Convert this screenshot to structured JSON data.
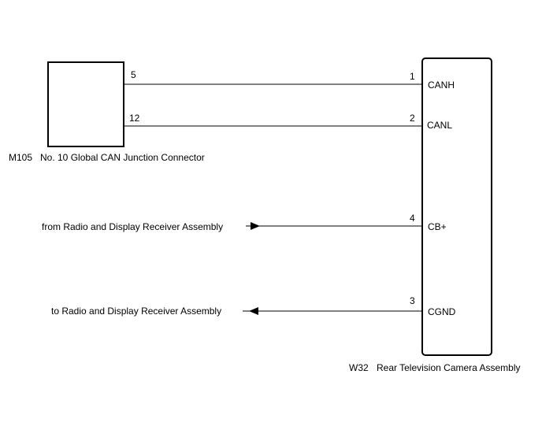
{
  "colors": {
    "line": "#000000",
    "background": "#ffffff"
  },
  "connector_m105": {
    "code": "M105",
    "name": "No. 10 Global CAN Junction Connector",
    "pins": [
      {
        "number": "5"
      },
      {
        "number": "12"
      }
    ]
  },
  "component_w32": {
    "code": "W32",
    "name": "Rear Television Camera Assembly",
    "terminals": [
      {
        "number": "1",
        "label": "CANH"
      },
      {
        "number": "2",
        "label": "CANL"
      },
      {
        "number": "4",
        "label": "CB+"
      },
      {
        "number": "3",
        "label": "CGND"
      }
    ]
  },
  "external_connections": [
    {
      "text": "from Radio and Display Receiver Assembly",
      "direction": "incoming"
    },
    {
      "text": "to Radio and Display Receiver Assembly",
      "direction": "outgoing"
    }
  ]
}
